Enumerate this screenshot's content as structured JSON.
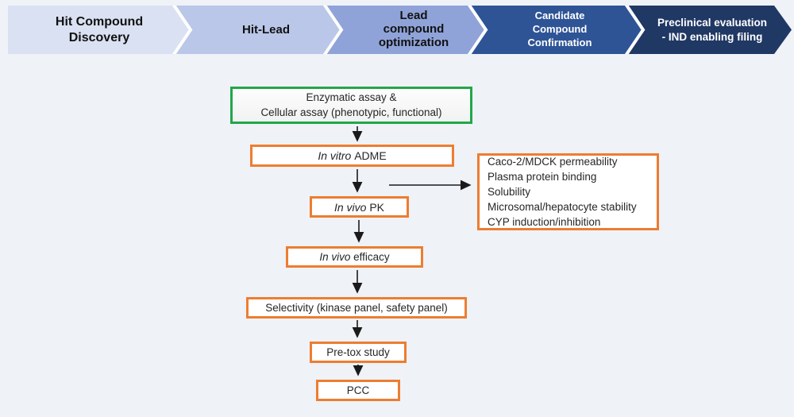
{
  "banner": {
    "stages": [
      {
        "label": "Hit Compound\nDiscovery",
        "color": "#dae1f2",
        "text_color": "#111111"
      },
      {
        "label": "Hit-Lead",
        "color": "#bac7e8",
        "text_color": "#111111"
      },
      {
        "label": "Lead\ncompound\noptimization",
        "color": "#8fa3d8",
        "text_color": "#111111"
      },
      {
        "label": "Candidate\nCompound\nConfirmation",
        "color": "#2e5496",
        "text_color": "#ffffff"
      },
      {
        "label": "Preclinical evaluation\n- IND enabling filing",
        "color": "#203864",
        "text_color": "#ffffff"
      }
    ],
    "separator_color": "#ffffff"
  },
  "flowchart": {
    "enzymatic": {
      "label": "Enzymatic assay &\nCellular assay (phenotypic, functional)"
    },
    "adme": {
      "prefix_italic": "In vitro",
      "rest": " ADME"
    },
    "pk": {
      "prefix_italic": "In vivo",
      "rest": " PK"
    },
    "efficacy": {
      "prefix_italic": "In vivo",
      "rest": " efficacy"
    },
    "selectivity": {
      "label": "Selectivity (kinase panel, safety panel)"
    },
    "pretox": {
      "label": "Pre-tox study"
    },
    "pcc": {
      "label": "PCC"
    },
    "side_box": {
      "lines": [
        "Caco-2/MDCK permeability",
        "Plasma protein binding",
        "Solubility",
        "Microsomal/hepatocyte stability",
        "CYP induction/inhibition"
      ]
    },
    "accent_orange": "#ed7d31",
    "accent_green": "#21a74a",
    "arrow_color": "#1a1a1a"
  }
}
